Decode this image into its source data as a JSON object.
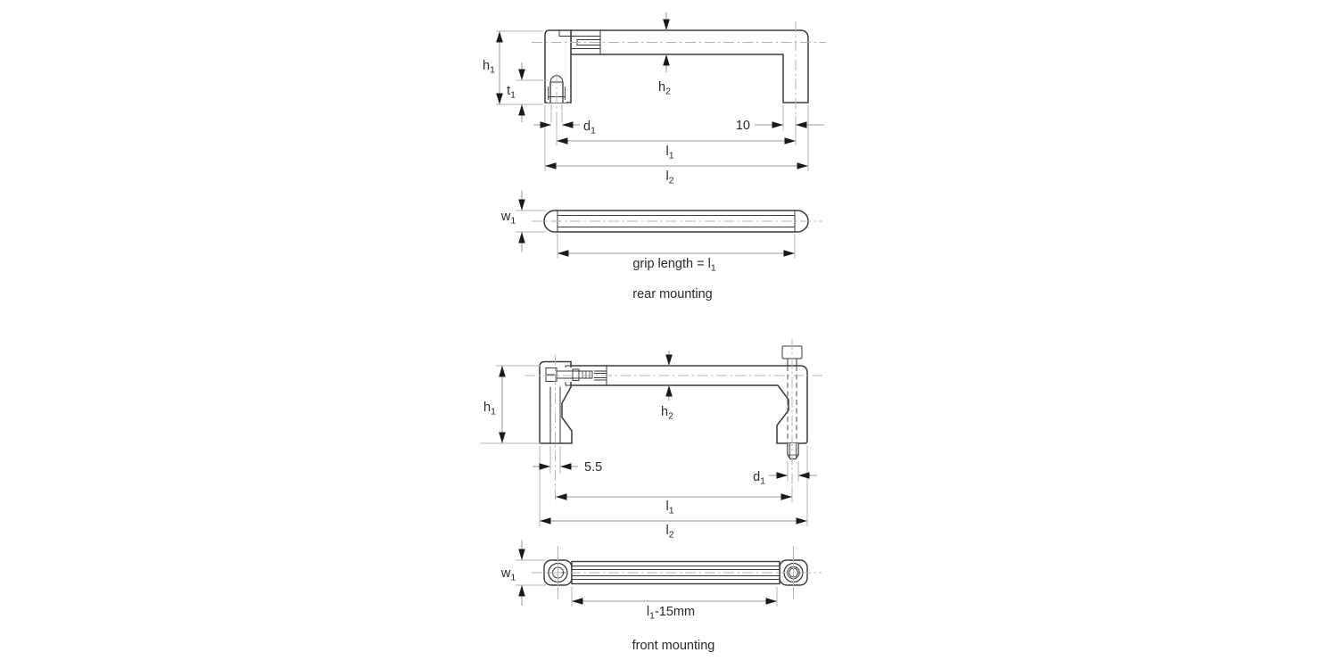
{
  "drawing": {
    "title_semantic": "tubular handle technical drawing",
    "background": "#ffffff",
    "colors": {
      "outline": "#3a3a3a",
      "dim_line": "#9a9a9a",
      "extension_line": "#b5b5b5",
      "arrow": "#1a1a1a",
      "text": "#2a2a2a"
    },
    "rear": {
      "caption": "rear mounting",
      "dims": {
        "h1": {
          "main": "h",
          "sub": "1"
        },
        "t1": {
          "main": "t",
          "sub": "1"
        },
        "h2": {
          "main": "h",
          "sub": "2"
        },
        "d1": {
          "main": "d",
          "sub": "1"
        },
        "end_offset": "10",
        "l1": {
          "main": "l",
          "sub": "1"
        },
        "l2": {
          "main": "l",
          "sub": "2"
        },
        "w1": {
          "main": "w",
          "sub": "1"
        },
        "grip": {
          "main": "grip length = l",
          "sub": "1"
        }
      }
    },
    "front": {
      "caption": "front mounting",
      "dims": {
        "h1": {
          "main": "h",
          "sub": "1"
        },
        "h2": {
          "main": "h",
          "sub": "2"
        },
        "hole": "5.5",
        "d1": {
          "main": "d",
          "sub": "1"
        },
        "l1": {
          "main": "l",
          "sub": "1"
        },
        "l2": {
          "main": "l",
          "sub": "2"
        },
        "w1": {
          "main": "w",
          "sub": "1"
        },
        "grip": {
          "pre": "l",
          "sub": "1",
          "post": "-15mm"
        }
      }
    }
  }
}
